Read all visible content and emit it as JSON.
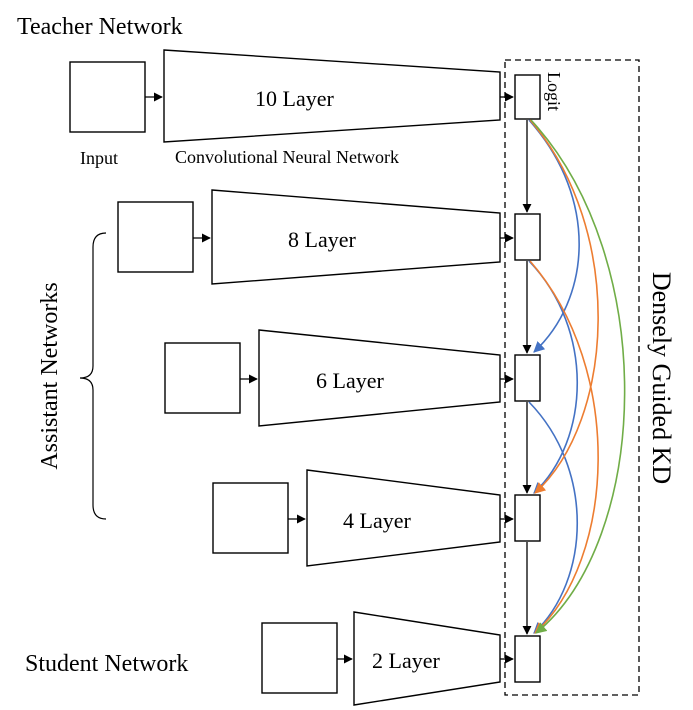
{
  "labels": {
    "teacher_network": "Teacher Network",
    "input": "Input",
    "cnn": "Convolutional Neural Network",
    "logit": "Logit",
    "assistant_networks": "Assistant Networks",
    "densely_guided_kd": "Densely Guided KD",
    "student_network": "Student Network"
  },
  "layers": [
    {
      "name": "10 Layer"
    },
    {
      "name": "8 Layer"
    },
    {
      "name": "6 Layer"
    },
    {
      "name": "4 Layer"
    },
    {
      "name": "2 Layer"
    }
  ],
  "colors": {
    "blue": "#4472c4",
    "orange": "#ed7d31",
    "green": "#70ad47",
    "line": "#000000"
  }
}
